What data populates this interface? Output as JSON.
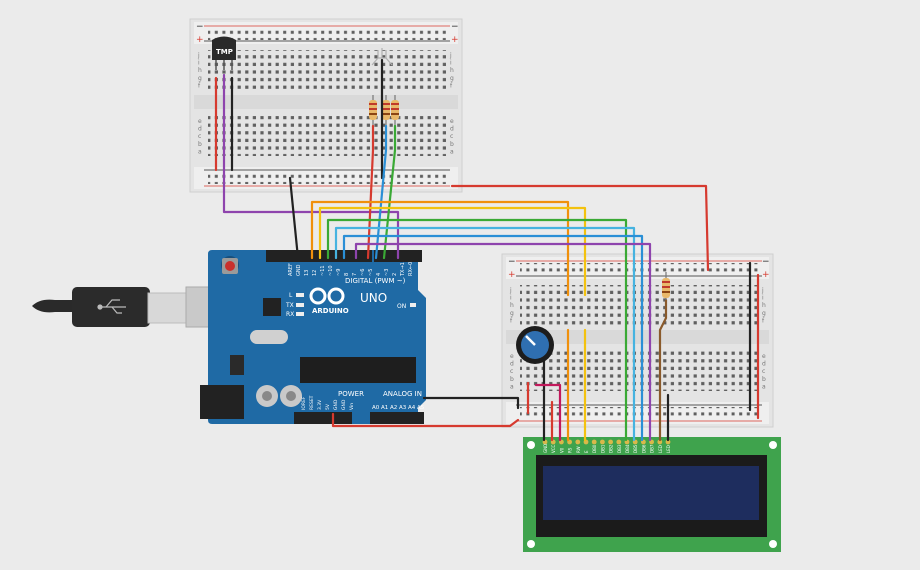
{
  "arduino": {
    "logo": "ARDUINO",
    "model": "UNO",
    "digital_label": "DIGITAL (PWM ~)",
    "power_label": "POWER",
    "analog_label": "ANALOG IN",
    "led_l": "L",
    "led_tx": "TX",
    "led_rx": "RX",
    "led_on": "ON",
    "header_top_pins": [
      "AREF",
      "GND",
      "13",
      "12",
      "~11",
      "~10",
      "~9",
      "8",
      "7",
      "~6",
      "~5",
      "4",
      "~3",
      "2",
      "TX→1",
      "RX←0"
    ],
    "power_pins": [
      "IOREF",
      "RESET",
      "3.3V",
      "5V",
      "GND",
      "GND",
      "Vin"
    ],
    "analog_pins": [
      "A0",
      "A1",
      "A2",
      "A3",
      "A4",
      "A5"
    ]
  },
  "sensor": {
    "label": "TMP"
  },
  "breadboard": {
    "row_letters_top": [
      "j",
      "i",
      "h",
      "g",
      "f"
    ],
    "row_letters_bottom": [
      "e",
      "d",
      "c",
      "b",
      "a"
    ],
    "rail_plus": "+",
    "rail_minus": "−"
  },
  "lcd": {
    "pins": [
      "GND",
      "VCC",
      "V0",
      "RS",
      "RW",
      "E",
      "DB0",
      "DB1",
      "DB2",
      "DB3",
      "DB4",
      "DB5",
      "DB6",
      "DB7",
      "LED",
      "LED"
    ]
  },
  "colors": {
    "background": "#ebebeb",
    "board": "#1f6aa5",
    "wire_red": "#d63a2f",
    "wire_orange": "#f0900c",
    "wire_yellow": "#f3c20f",
    "wire_green": "#3aa935",
    "wire_blue": "#2a8fd6",
    "wire_lightblue": "#46b3e0",
    "wire_purple": "#8e44ad",
    "wire_black": "#222222",
    "wire_brown": "#8a5a2b",
    "lcd_pcb": "#3fa34d",
    "lcd_screen": "#1e2d5e"
  }
}
